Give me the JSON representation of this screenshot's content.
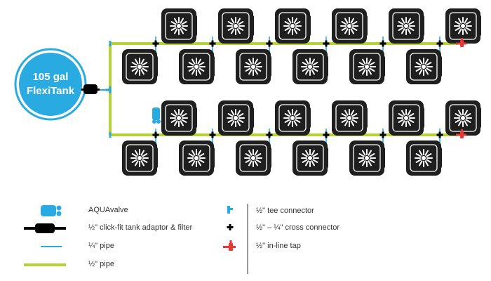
{
  "tank": {
    "line1": "105 gal",
    "line2": "FlexiTank"
  },
  "legend": {
    "left": [
      {
        "icon": "aquavalve-icon",
        "label": "AQUAvalve"
      },
      {
        "icon": "tank-adaptor-filter-icon",
        "label": "½\" click-fit tank adaptor & filter"
      },
      {
        "icon": "quarter-pipe-icon",
        "label": "¼\" pipe"
      },
      {
        "icon": "half-pipe-icon",
        "label": "½\" pipe"
      }
    ],
    "right": [
      {
        "icon": "tee-connector-icon",
        "label": "½\" tee connector"
      },
      {
        "icon": "cross-connector-icon",
        "label": "½\" – ¼\" cross connector"
      },
      {
        "icon": "inline-tap-icon",
        "label": "½\" in-line tap"
      }
    ]
  },
  "system": {
    "rows": 2,
    "pots_per_row": 12,
    "pot_icon": "pot-icon"
  },
  "colors": {
    "tank": "#29abe2",
    "tank_text": "#ffffff",
    "half_pipe": "#b5d334",
    "quarter_pipe": "#29abe2",
    "pot": "#1f1f1f",
    "connector": "#000000",
    "tap": "#e53935",
    "aquavalve": "#29abe2",
    "divider": "#555555"
  }
}
